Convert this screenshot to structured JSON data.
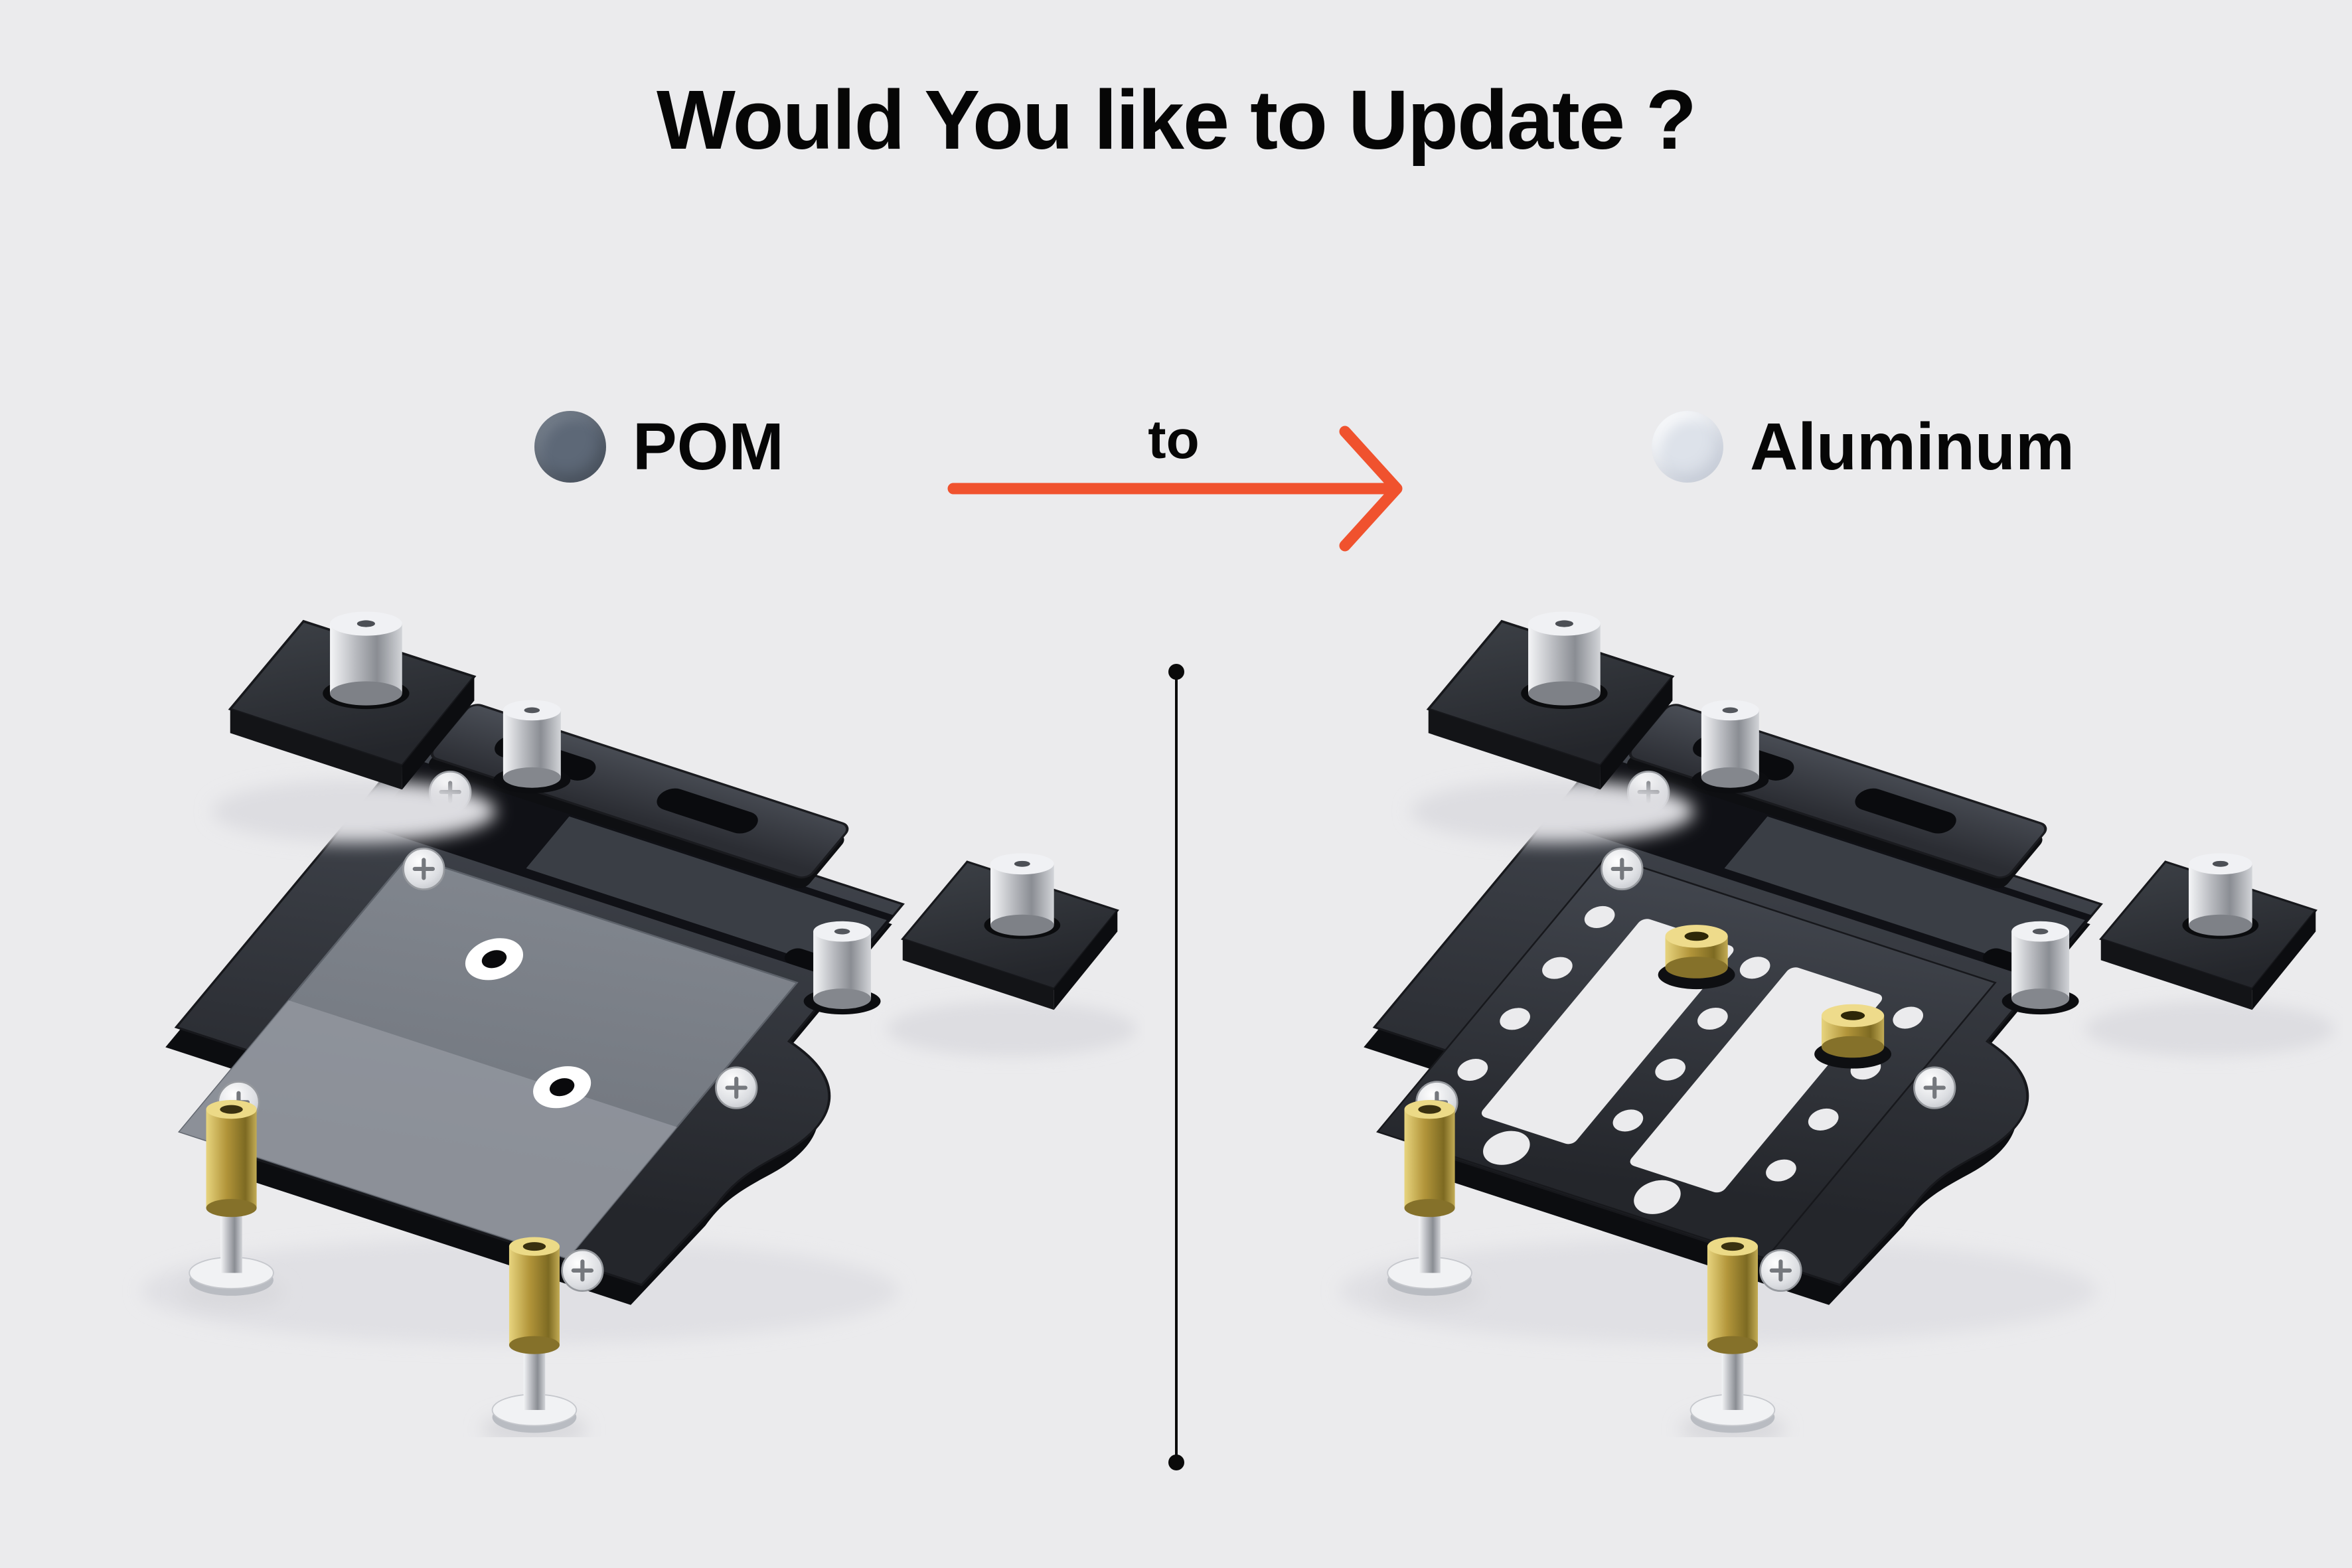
{
  "title": "Would You like to Update ?",
  "comparison": {
    "from": {
      "label": "POM"
    },
    "connector": {
      "label": "to"
    },
    "to": {
      "label": "Aluminum"
    }
  },
  "colors": {
    "background": "#ebebed",
    "text": "#060606",
    "arrow": "#f0522e",
    "pom_swatch": "#5d6877",
    "aluminum_swatch": "#dde2ea",
    "divider": "#0a0a0a"
  }
}
